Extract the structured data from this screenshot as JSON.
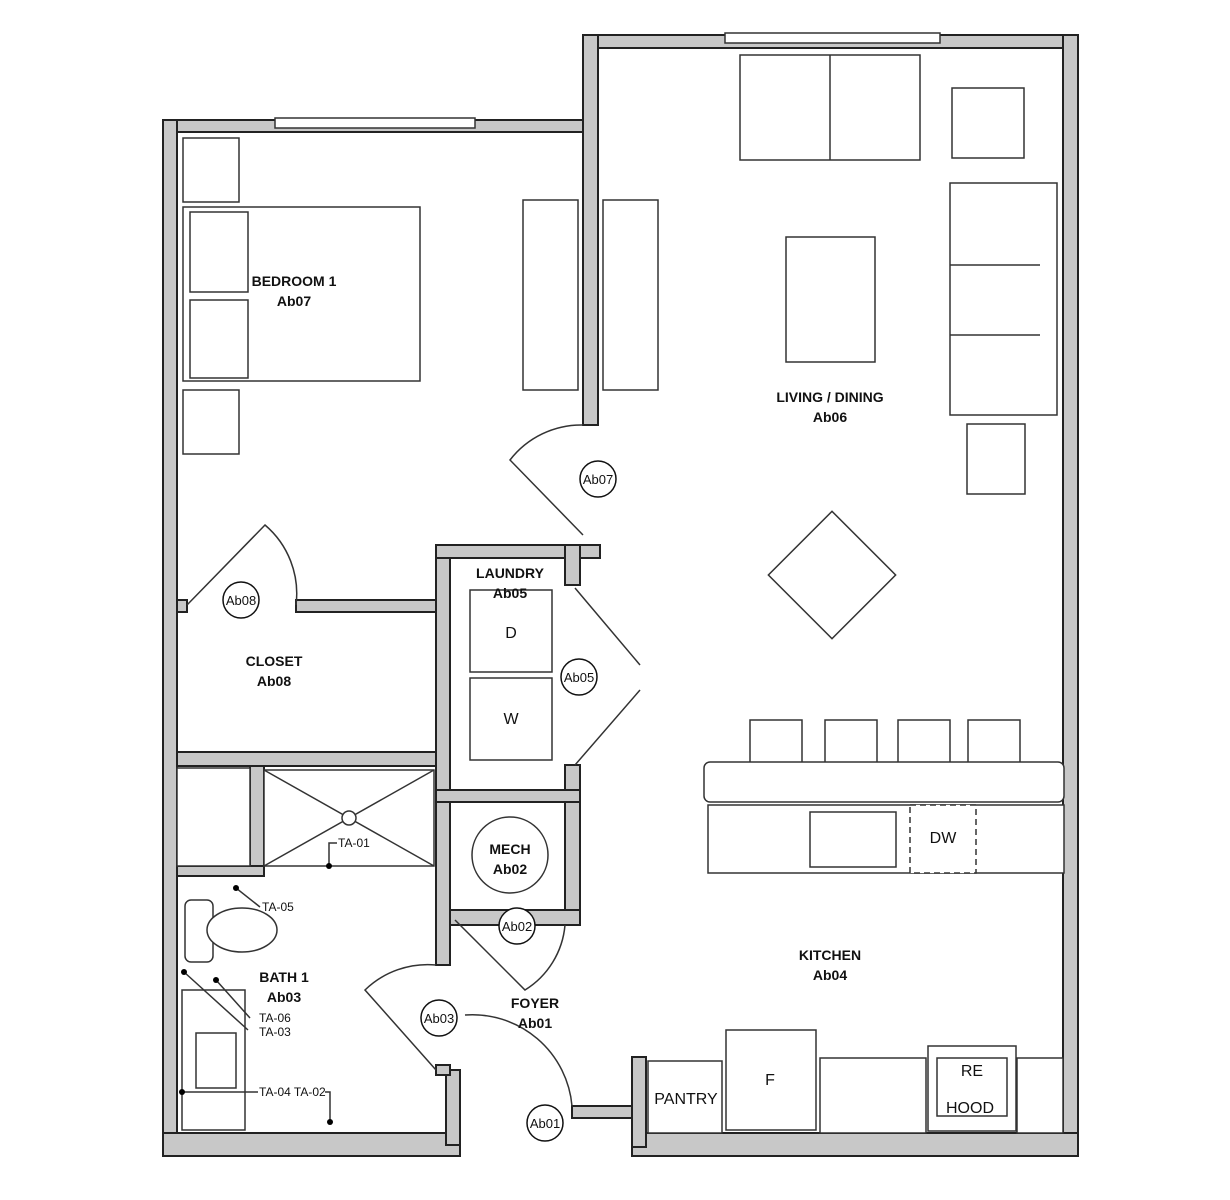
{
  "rooms": {
    "bedroom": {
      "name": "BEDROOM 1",
      "id": "Ab07"
    },
    "living": {
      "name": "LIVING / DINING",
      "id": "Ab06"
    },
    "laundry": {
      "name": "LAUNDRY",
      "id": "Ab05"
    },
    "closet": {
      "name": "CLOSET",
      "id": "Ab08"
    },
    "mech": {
      "name": "MECH",
      "id": "Ab02"
    },
    "bath": {
      "name": "BATH 1",
      "id": "Ab03"
    },
    "foyer": {
      "name": "FOYER",
      "id": "Ab01"
    },
    "kitchen": {
      "name": "KITCHEN",
      "id": "Ab04"
    }
  },
  "door_tags": [
    "Ab07",
    "Ab08",
    "Ab05",
    "Ab02",
    "Ab03",
    "Ab01"
  ],
  "fixtures": {
    "dryer": "D",
    "washer": "W",
    "dishwasher": "DW",
    "fridge": "F",
    "pantry": "PANTRY",
    "range": "RE",
    "hood": "HOOD"
  },
  "accessory_tags": {
    "shower": "TA-01",
    "toilet": "TA-05",
    "a": "TA-06",
    "b": "TA-03",
    "c": "TA-04 TA-02"
  },
  "colors": {
    "wall_fill": "#c8c8c8",
    "line": "#222222"
  }
}
